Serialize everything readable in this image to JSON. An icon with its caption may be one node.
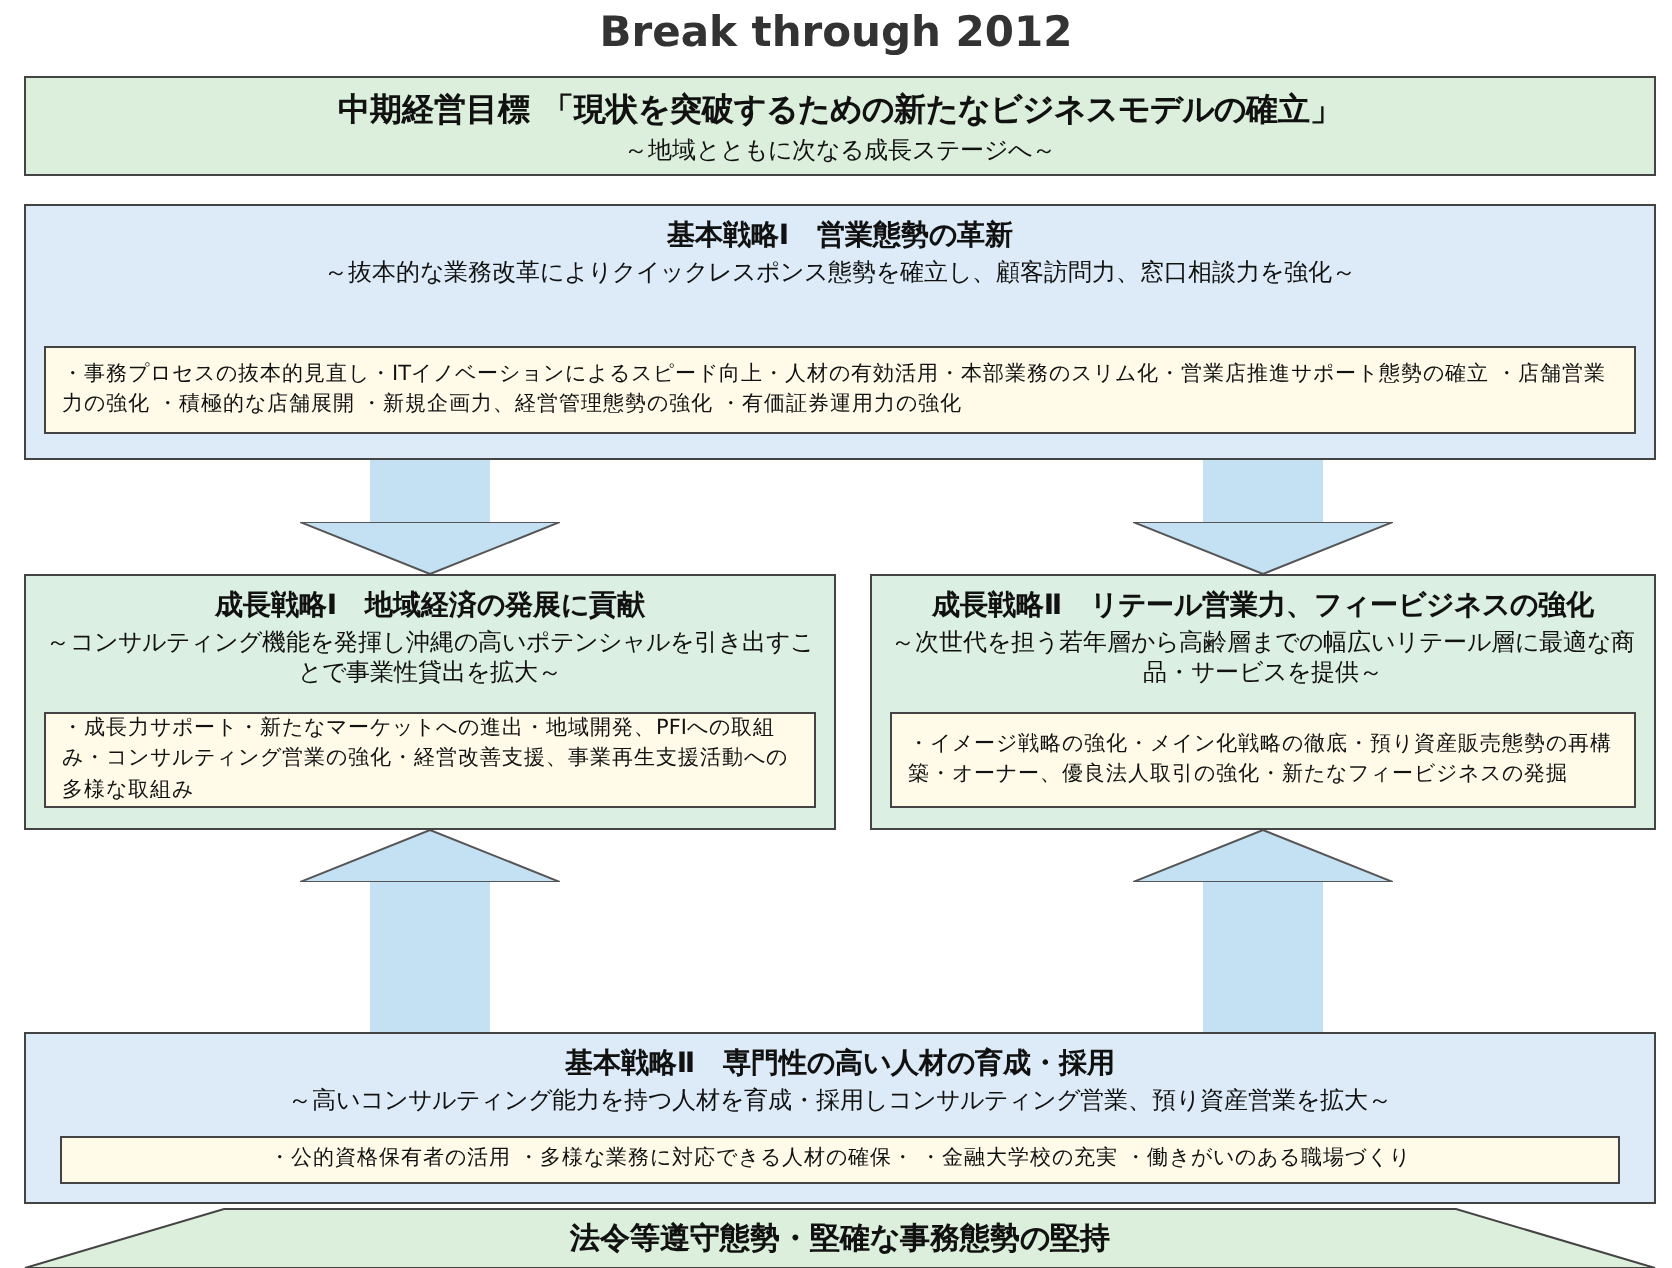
{
  "diagram": {
    "title": "Break through 2012",
    "nodes": [
      {
        "text": [
          "中期経営目標 「現状を突破するための新たなビジネスモデルの確立」",
          "～地域とともに次なる成長ステージへ～"
        ]
      },
      {
        "text": [
          "基本戦略Ⅰ　営業態勢の革新",
          "～抜本的な業務改革によりクイックレスポンス態勢を確立し、顧客訪問力、窓口相談力を強化～"
        ]
      },
      {
        "text": [
          "・事務プロセスの抜本的見直し・ITイノベーションによるスピード向上・人材の有効活用・本部業務のスリム化・営業店推進サポート態勢の確立 ・店舗営業力の強化 ・積極的な店舗展開 ・新規企画力、経営管理態勢の強化 ・有価証券運用力の強化"
        ],
        "in": 1
      },
      {
        "text": [
          "成長戦略Ⅰ　地域経済の発展に貢献",
          "～コンサルティング機能を発揮し沖縄の高いポテンシャルを引き出すことで事業性貸出を拡大～"
        ]
      },
      {
        "text": [
          "・成長力サポート・新たなマーケットへの進出・地域開発、PFIへの取組み・コンサルティング営業の強化・経営改善支援、事業再生支援活動への多様な取組み"
        ],
        "in": 3
      },
      {
        "text": [
          "成長戦略Ⅱ　リテール営業力、フィービジネスの強化",
          "～次世代を担う若年層から高齢層までの幅広いリテール層に最適な商品・サービスを提供～"
        ]
      },
      {
        "text": [
          "・イメージ戦略の強化・メイン化戦略の徹底・預り資産販売態勢の再構築・オーナー、優良法人取引の強化・新たなフィービジネスの発掘"
        ],
        "in": 5
      },
      {
        "text": [
          "基本戦略Ⅱ　専門性の高い人材の育成・採用",
          "～高いコンサルティング能力を持つ人材を育成・採用しコンサルティング営業、預り資産営業を拡大～"
        ]
      },
      {
        "text": [
          "・公的資格保有者の活用 ・多様な業務に対応できる人材の確保・ ・金融大学校の充実 ・働きがいのある職場づくり"
        ],
        "in": 7
      },
      {
        "text": [
          "法令等遵守態勢・堅確な事務態勢の堅持"
        ]
      }
    ],
    "edges": [
      {
        "from": 1,
        "to": 3,
        "arrow": "to"
      },
      {
        "from": 1,
        "to": 5,
        "arrow": "to"
      },
      {
        "from": 7,
        "to": 3,
        "arrow": "to"
      },
      {
        "from": 7,
        "to": 5,
        "arrow": "to"
      }
    ]
  }
}
